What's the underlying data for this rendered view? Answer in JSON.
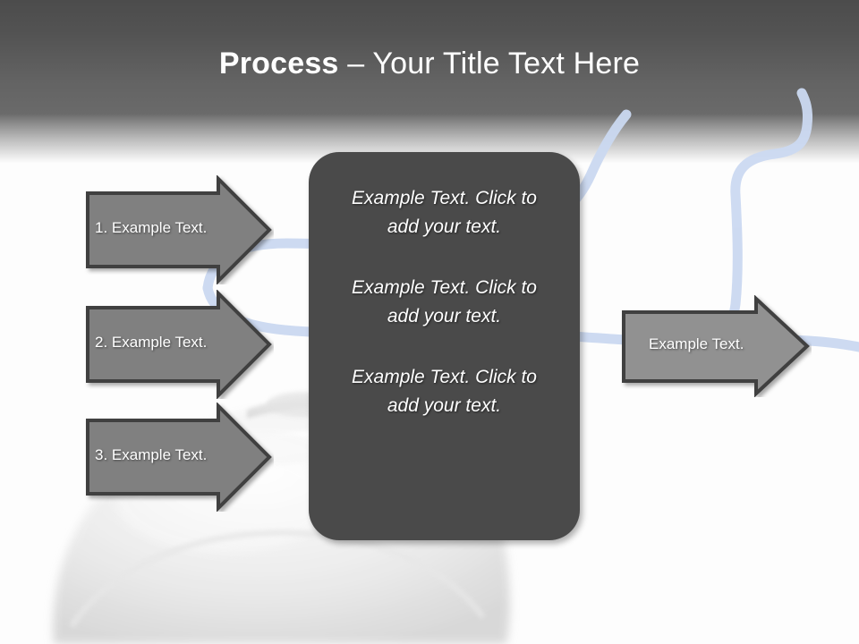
{
  "slide": {
    "title_bold": "Process",
    "title_rest": " – Your Title Text Here",
    "background_color": "#fdfdfd",
    "header_color": "#5a5a5a",
    "accent_cable_color": "#c9d8f0"
  },
  "left_arrows": [
    {
      "label": "1. Example Text.",
      "fill": "#808080",
      "stroke": "#3f3f3f"
    },
    {
      "label": "2. Example Text.",
      "fill": "#808080",
      "stroke": "#3f3f3f"
    },
    {
      "label": "3. Example Text.",
      "fill": "#808080",
      "stroke": "#3f3f3f"
    }
  ],
  "center_box": {
    "fill": "#4a4a4a",
    "paragraphs": [
      "Example Text. Click  to add your text.",
      "Example Text. Click  to add your text.",
      "Example Text. Click  to add your text."
    ]
  },
  "right_arrow": {
    "label": "Example Text.",
    "fill": "#919191",
    "stroke": "#3f3f3f"
  }
}
